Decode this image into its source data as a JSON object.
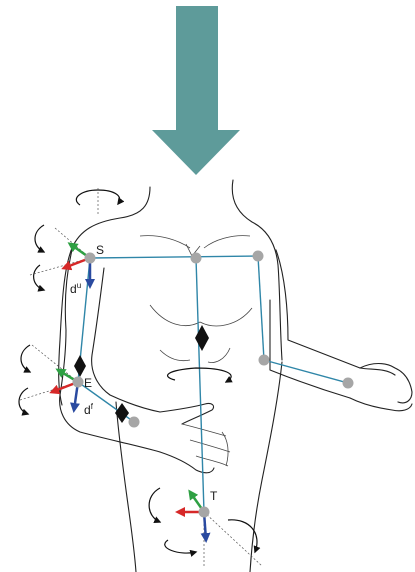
{
  "colors": {
    "load_arrow": "#5e9b9a",
    "skeleton": "#2f86a8",
    "joint": "#a6a6a6",
    "axis_green": "#2ea043",
    "axis_red": "#d62828",
    "axis_blue": "#2a4aa0",
    "outline": "#222222"
  },
  "labels": {
    "shoulder": "S",
    "elbow": "E",
    "trunk": "T",
    "upper_d": "d",
    "upper_d_sup": "u",
    "fore_d": "d",
    "fore_d_sup": "f"
  },
  "icons": {
    "load": "down-arrow-icon",
    "rotation": "rotation-arrow-icon",
    "marker": "diamond-marker-icon"
  }
}
